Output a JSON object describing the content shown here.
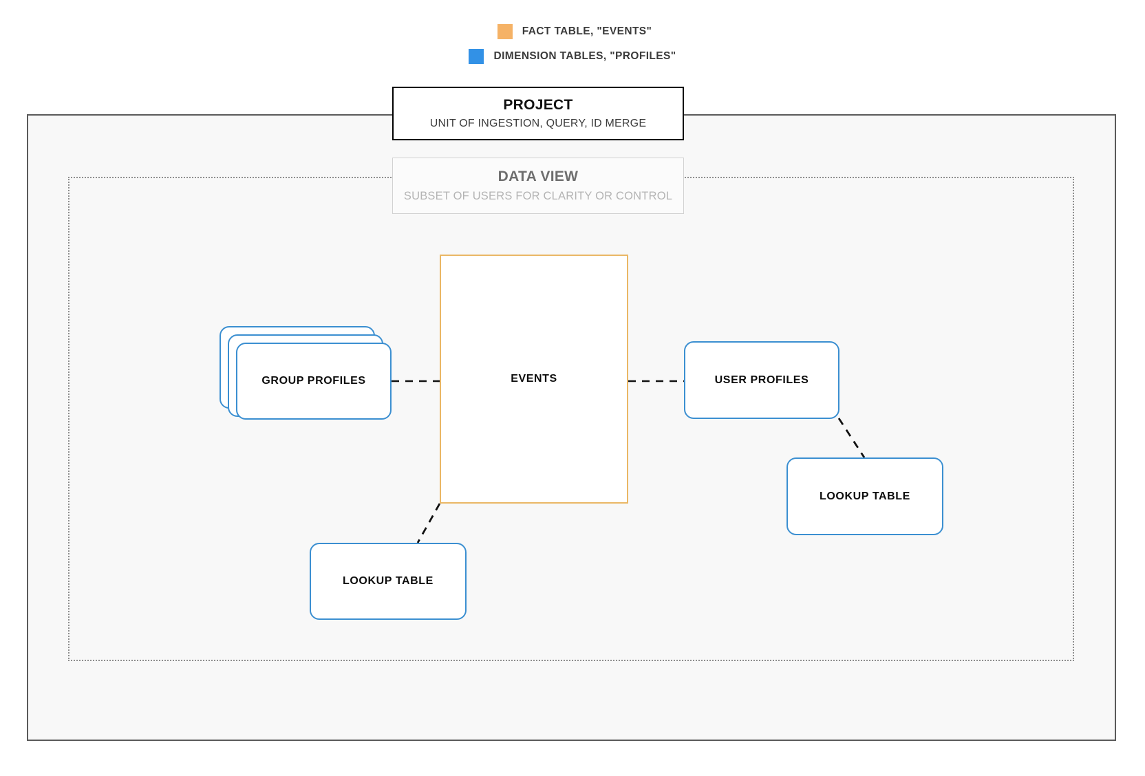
{
  "legend": {
    "items": [
      {
        "label": "FACT TABLE, \"EVENTS\"",
        "color": "#f5b266",
        "icon": "orange-square-swatch"
      },
      {
        "label": "DIMENSION TABLES, \"PROFILES\"",
        "color": "#3291e6",
        "icon": "blue-square-swatch"
      }
    ]
  },
  "project": {
    "title": "PROJECT",
    "subtitle": "UNIT OF INGESTION, QUERY, ID MERGE",
    "border_color": "#000000"
  },
  "data_view": {
    "title": "DATA VIEW",
    "subtitle": "SUBSET OF USERS FOR CLARITY OR CONTROL",
    "border_color": "#d2d2d2",
    "title_color": "#6e6e6e",
    "subtitle_color": "#b4b4b4"
  },
  "diagram": {
    "fact_table": {
      "label": "EVENTS",
      "color": "#eab765"
    },
    "dimension_color": "#3b8fd1",
    "nodes": [
      {
        "id": "group-profiles",
        "label": "GROUP PROFILES",
        "kind": "stacked-dimension"
      },
      {
        "id": "user-profiles",
        "label": "USER PROFILES",
        "kind": "dimension"
      },
      {
        "id": "lookup-table-left",
        "label": "LOOKUP TABLE",
        "kind": "dimension"
      },
      {
        "id": "lookup-table-right",
        "label": "LOOKUP TABLE",
        "kind": "dimension"
      }
    ],
    "edges": [
      {
        "from": "group-profiles",
        "to": "events",
        "style": "dashed"
      },
      {
        "from": "events",
        "to": "user-profiles",
        "style": "dashed"
      },
      {
        "from": "events",
        "to": "lookup-table-left",
        "style": "dashed"
      },
      {
        "from": "user-profiles",
        "to": "lookup-table-right",
        "style": "dashed"
      }
    ],
    "edge_color": "#111111"
  },
  "containers": {
    "outer_border_color": "#5a5a5a",
    "outer_background": "#f8f8f8",
    "inner_border_color": "#8e8e8e",
    "inner_border_style": "dotted"
  }
}
